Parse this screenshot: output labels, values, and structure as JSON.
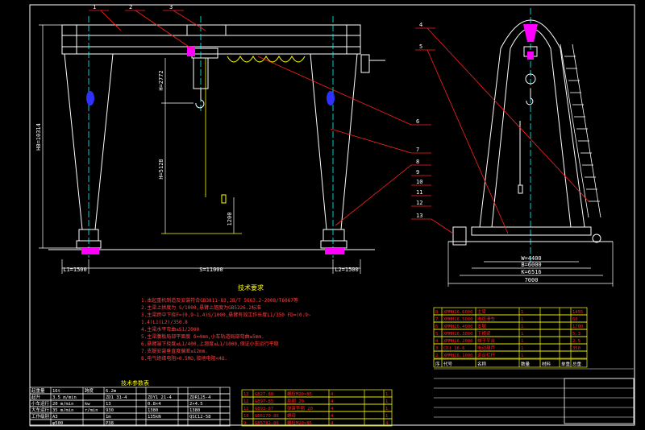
{
  "callouts": [
    "1",
    "2",
    "3",
    "4",
    "5",
    "6",
    "7",
    "8",
    "9",
    "10",
    "11",
    "12",
    "13"
  ],
  "dims": {
    "h0": "H0=10314",
    "h_upper": "H=2772",
    "h_lower": "H=5128",
    "h_rail": "1200",
    "l1": "L1=1500",
    "s": "S=11000",
    "l2": "L2=1500",
    "w": "W=4400",
    "b": "B=6000",
    "k": "K=6516",
    "total": "7000"
  },
  "notes": {
    "title": "技术要求",
    "lines": [
      "1.本起重机制造及安装符合GB3811-83,JB/T 5663.2-2008/T6067等",
      "2.主梁上拱度为 S/1000,悬臂上翘度为GB5226.2标准",
      "3.主梁跨中下挠F=(0.9~1.4)S/1000,悬臂有效工作长度L1/350 FD=(0.9~",
      "1.4)L1(L2)/350.8",
      "4.主梁水平弯曲≤S1/2000",
      "5.主梁腹板局部平面度 δ=4mm,小车轨道局部弯曲≤5mm.",
      "6.悬臂端下挠度≤L1/400,上翘度≤L1/1000,保证小车运行平稳",
      "7.支腿安装垂直度偏差≤12mm.",
      "8.电气绝缘电阻>0.5MΩ,接地电阻<4Ω."
    ]
  },
  "perf_table": {
    "title": "技术参数表",
    "rows": [
      [
        "起重量",
        "16t",
        "跨度",
        "6.2m",
        "",
        "",
        "",
        "",
        ""
      ],
      [
        "起升",
        "3.5 m/min",
        "",
        "ZD1 31-4",
        "",
        "ZDY1 21-4",
        "",
        "ZDR125-4",
        ""
      ],
      [
        "小车运行",
        "20 m/min",
        "kw",
        "13",
        "",
        "0.8×4",
        "",
        "2×4.5",
        ""
      ],
      [
        "大车运行",
        "35 m/min",
        "r/min",
        "930",
        "",
        "1380",
        "",
        "1380",
        ""
      ],
      [
        "工作级别",
        "A3",
        "",
        "1m",
        "",
        "135kN",
        "",
        "QSC12-58",
        ""
      ],
      [
        "",
        "φ500",
        "",
        "P38",
        "",
        "",
        "",
        "",
        ""
      ]
    ]
  },
  "parts_table": {
    "rows": [
      [
        "13",
        "GB27-88",
        "螺栓M20×85",
        "4",
        "",
        "1"
      ],
      [
        "12",
        "GB97-85",
        "垫圈 20",
        "4",
        "",
        "1"
      ],
      [
        "11",
        "GB93-87",
        "弹簧垫圈 20",
        "4",
        "",
        "1"
      ],
      [
        "10",
        "GB6170-86",
        "螺母",
        "4",
        "",
        "1"
      ],
      [
        "9",
        "GB5782-86",
        "螺栓M20×85",
        "4",
        "",
        "4"
      ]
    ]
  },
  "bom_table": {
    "rows": [
      [
        "8",
        "XMMH16.6000",
        "主梁",
        "1",
        "",
        "",
        "1455"
      ],
      [
        "7",
        "XMMH16.5000",
        "电缆滑车",
        "1",
        "",
        "",
        "60"
      ],
      [
        "6",
        "XMMH16.4000",
        "支腿",
        "1",
        "",
        "",
        "1700"
      ],
      [
        "5",
        "XMMH16.3000",
        "下横梁",
        "1",
        "",
        "",
        "5.3"
      ],
      [
        "4",
        "XMMH16.2000",
        "梯子平台",
        "1",
        "",
        "",
        "2.5"
      ],
      [
        "3",
        "CD1 16-6",
        "电动葫芦",
        "1",
        "",
        "",
        "350"
      ],
      [
        "2",
        "XMMH16.1000",
        "走台栏杆",
        "1",
        "",
        "",
        ""
      ]
    ]
  },
  "title_block": {
    "header": [
      "序",
      "代号",
      "名称",
      "数量",
      "材料",
      "单重",
      "总重"
    ]
  }
}
